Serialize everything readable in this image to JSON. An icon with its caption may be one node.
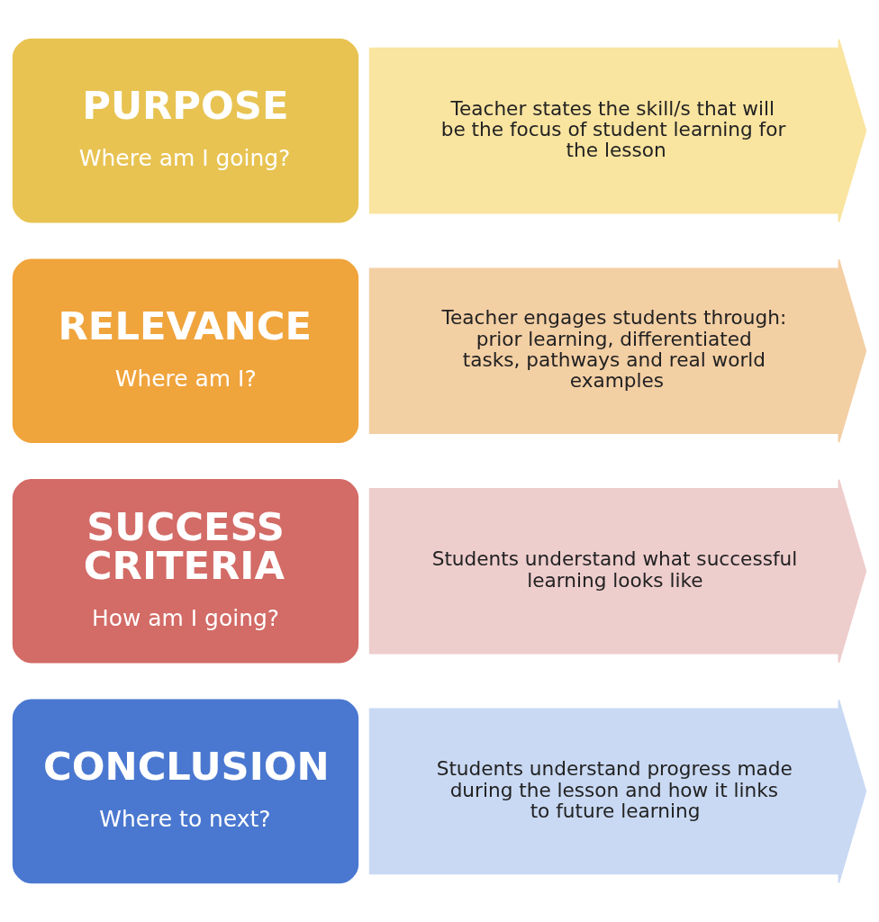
{
  "diagram": {
    "nodes": [
      {
        "text": [
          "PURPOSE",
          "Where am I going?"
        ]
      },
      {
        "text": [
          "Teacher states the skill/s that will be the focus of student learning for the lesson"
        ]
      },
      {
        "text": [
          "RELEVANCE",
          "Where am I?"
        ]
      },
      {
        "text": [
          "Teacher engages students through: prior learning, differentiated tasks, pathways and real world examples"
        ]
      },
      {
        "text": [
          "SUCCESS CRITERIA",
          "How am I going?"
        ]
      },
      {
        "text": [
          "Students understand what successful learning looks like"
        ]
      },
      {
        "text": [
          "CONCLUSION",
          "Where to next?"
        ]
      },
      {
        "text": [
          "Students understand progress made during the lesson and how it links to future learning"
        ]
      }
    ]
  }
}
